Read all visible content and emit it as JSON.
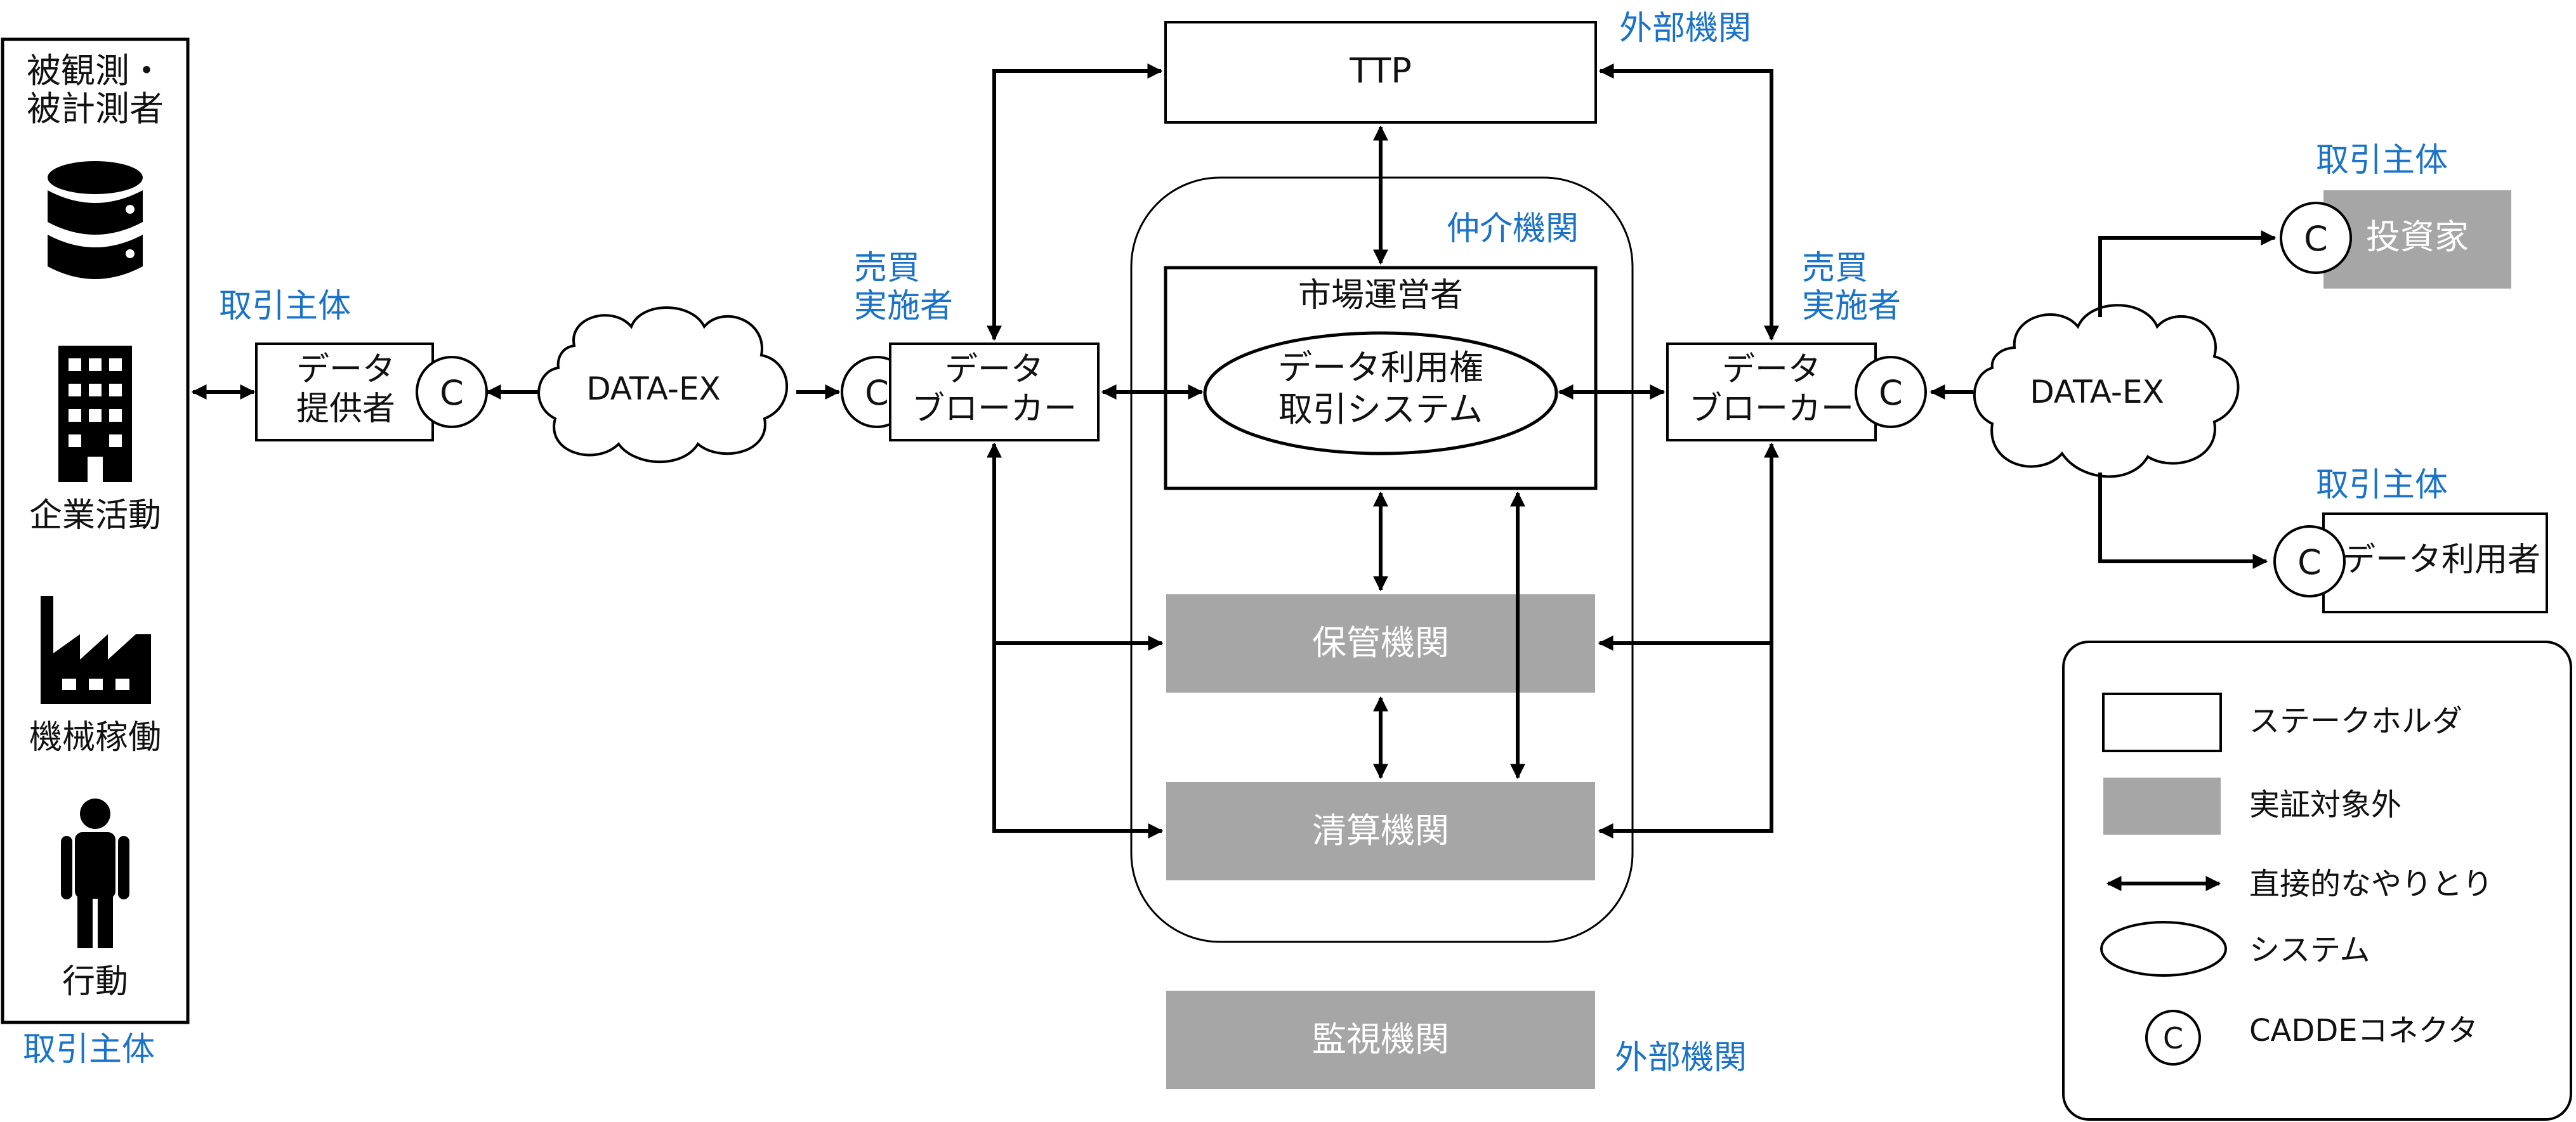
{
  "subjects": {
    "title_line1": "被観測・",
    "title_line2": "被計測者",
    "items": [
      "企業活動",
      "機械稼働",
      "行動"
    ],
    "role": "取引主体"
  },
  "left": {
    "provider_role": "取引主体",
    "provider_line1": "データ",
    "provider_line2": "提供者",
    "dataex": "DATA-EX",
    "broker_role_line1": "売買",
    "broker_role_line2": "実施者",
    "broker_line1": "データ",
    "broker_line2": "ブローカー"
  },
  "center": {
    "ttp": "TTP",
    "ttp_role": "外部機関",
    "group_label": "仲介機関",
    "market_operator": "市場運営者",
    "system_line1": "データ利用権",
    "system_line2": "取引システム",
    "custody": "保管機関",
    "clearing": "清算機関",
    "supervision": "監視機関",
    "supervision_role": "外部機関"
  },
  "right": {
    "broker_role_line1": "売買",
    "broker_role_line2": "実施者",
    "broker_line1": "データ",
    "broker_line2": "ブローカー",
    "dataex": "DATA-EX",
    "investor_role": "取引主体",
    "investor": "投資家",
    "user_role": "取引主体",
    "user": "データ利用者"
  },
  "connector_mark": "C",
  "legend": {
    "stakeholder": "ステークホルダ",
    "out_of_scope": "実証対象外",
    "direct": "直接的なやりとり",
    "system": "システム",
    "connector": "CADDEコネクタ"
  },
  "colors": {
    "accent_blue": "#1a73c8",
    "gray_box": "#a6a6a6",
    "line": "#000000"
  }
}
